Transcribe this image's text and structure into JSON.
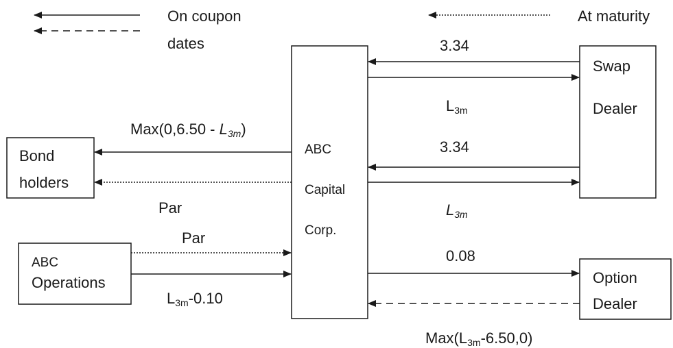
{
  "legend": {
    "coupon_label_line1": "On coupon",
    "coupon_label_line2": "dates",
    "maturity_label": "At maturity"
  },
  "entities": {
    "abc_capital": [
      "ABC",
      "Capital",
      "Corp."
    ],
    "swap_dealer": [
      "Swap",
      "Dealer"
    ],
    "bond_holders": [
      "Bond",
      "holders"
    ],
    "abc_operations": [
      "ABC",
      "Operations"
    ],
    "option_dealer": [
      "Option",
      "Dealer"
    ]
  },
  "flows": {
    "swap_fixed_1": "3.34",
    "swap_float_1": {
      "main": "L",
      "sub": "3m"
    },
    "swap_fixed_2": "3.34",
    "swap_float_2": {
      "main": "L",
      "sub": "3m"
    },
    "bond_coupon": {
      "prefix": "Max(0,6.50 - ",
      "main": "L",
      "sub": "3m",
      "suffix": ")"
    },
    "bond_par": "Par",
    "ops_par": "Par",
    "ops_coupon": {
      "main": "L",
      "sub": "3m",
      "suffix": "-0.10"
    },
    "option_premium": "0.08",
    "option_payoff": {
      "prefix": "Max(",
      "main": "L",
      "sub": "3m",
      "suffix": "-6.50,0)"
    }
  }
}
